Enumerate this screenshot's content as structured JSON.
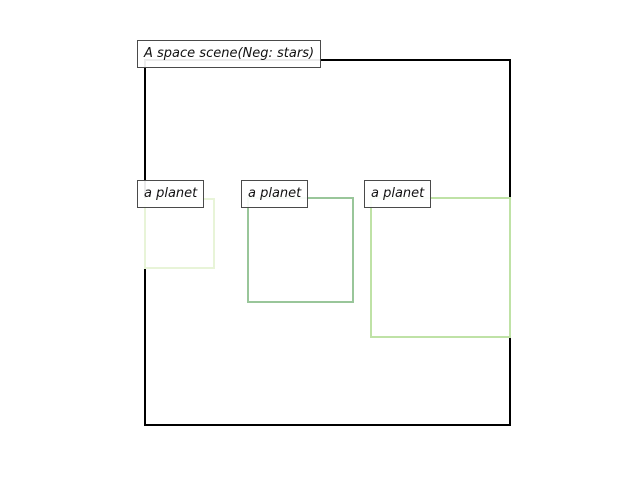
{
  "scene": {
    "caption": "A space scene(Neg: stars)",
    "frame_color": "#000000"
  },
  "objects": [
    {
      "label": "a planet",
      "color": "#e8f4d8"
    },
    {
      "label": "a planet",
      "color": "#99c69a"
    },
    {
      "label": "a planet",
      "color": "#bfe2a6"
    }
  ]
}
